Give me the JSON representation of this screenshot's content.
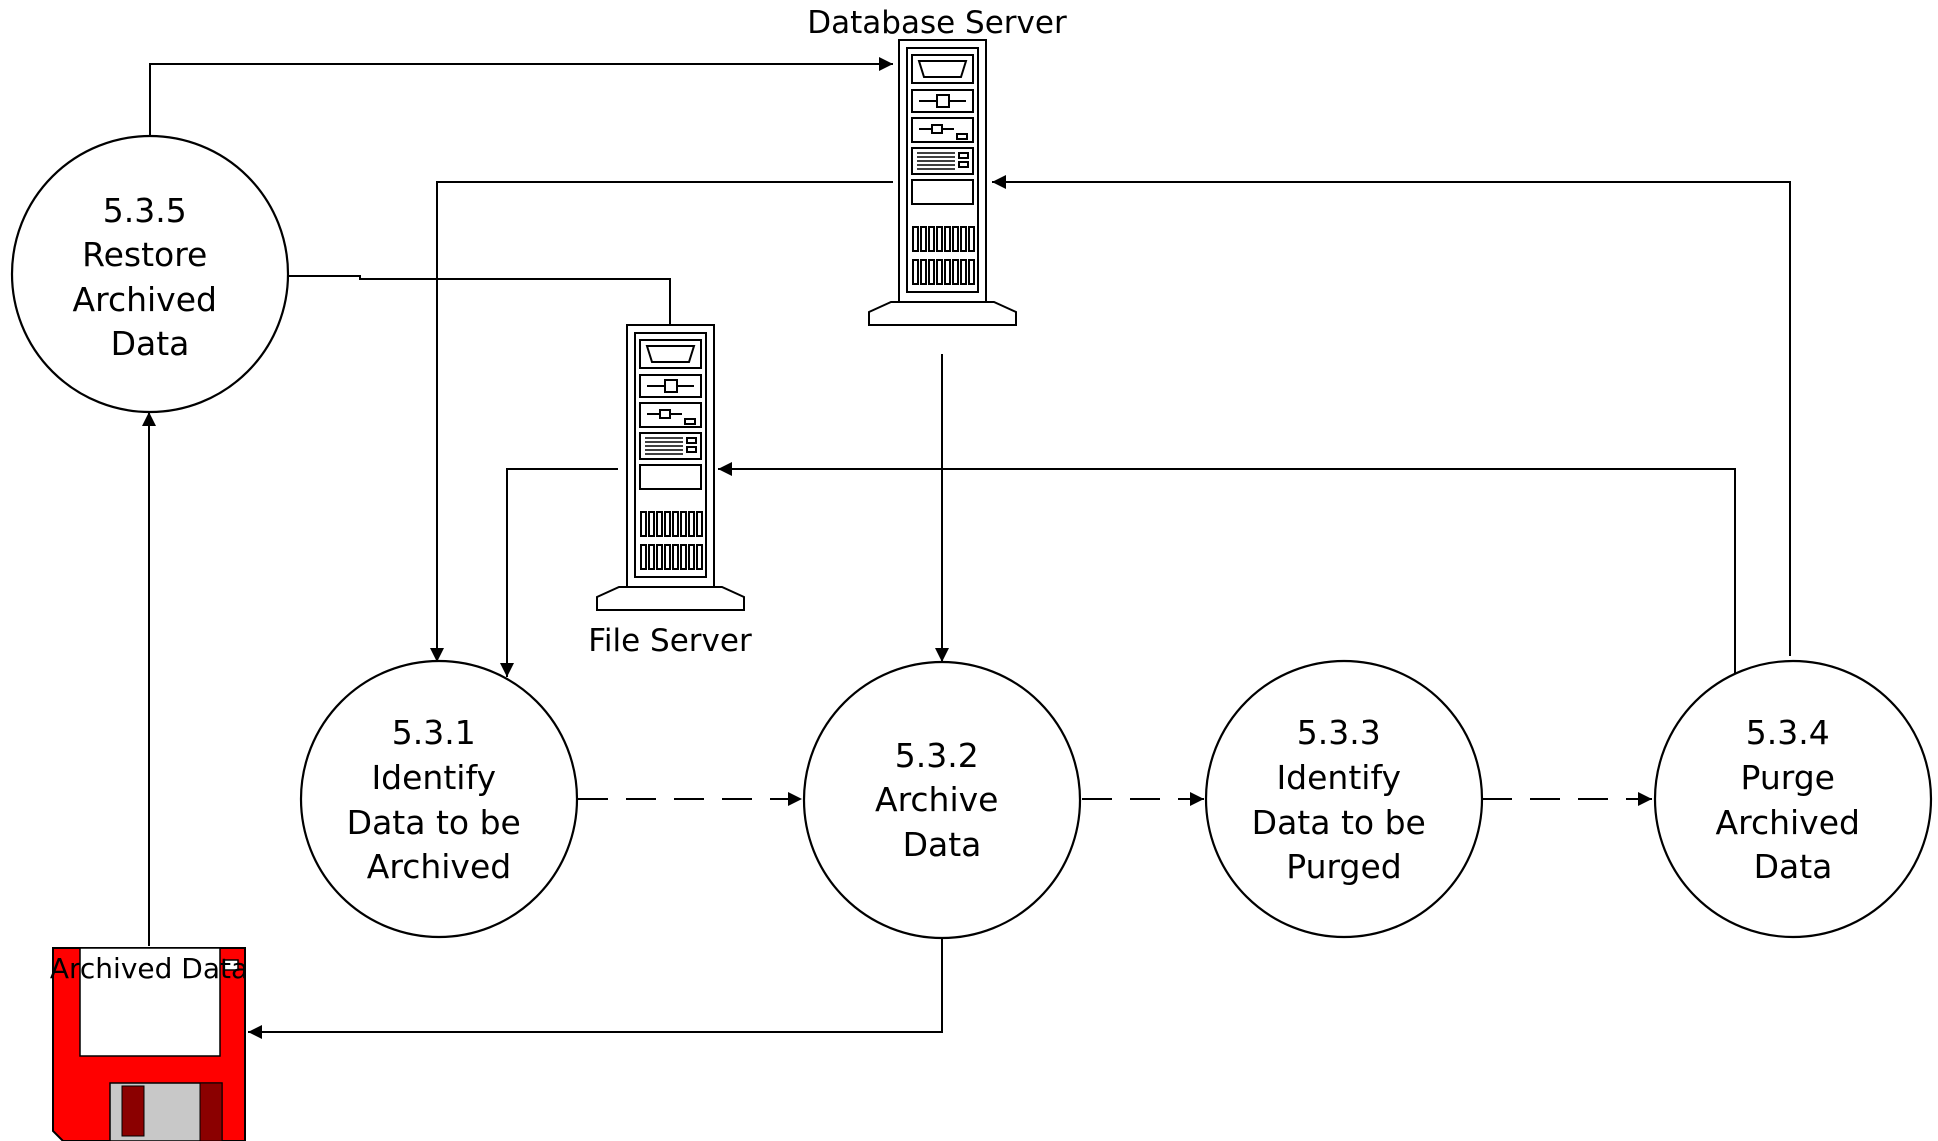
{
  "processes": [
    {
      "id": "p535",
      "lines": [
        "5.3.5",
        "Restore",
        "Archived",
        "Data"
      ]
    },
    {
      "id": "p531",
      "lines": [
        "5.3.1",
        "Identify",
        "Data to be",
        "Archived"
      ]
    },
    {
      "id": "p532",
      "lines": [
        "5.3.2",
        "Archive",
        "Data"
      ]
    },
    {
      "id": "p533",
      "lines": [
        "5.3.3",
        "Identify",
        "Data to be",
        "Purged"
      ]
    },
    {
      "id": "p534",
      "lines": [
        "5.3.4",
        "Purge",
        "Archived",
        "Data"
      ]
    }
  ],
  "servers": {
    "database": "Database Server",
    "file": "File Server"
  },
  "datastore": {
    "label": "Archived Data",
    "colors": {
      "body": "#ff0000",
      "label_area": "#ffffff",
      "shutter": "#c8c8c8",
      "slot": "#8b0000"
    }
  }
}
